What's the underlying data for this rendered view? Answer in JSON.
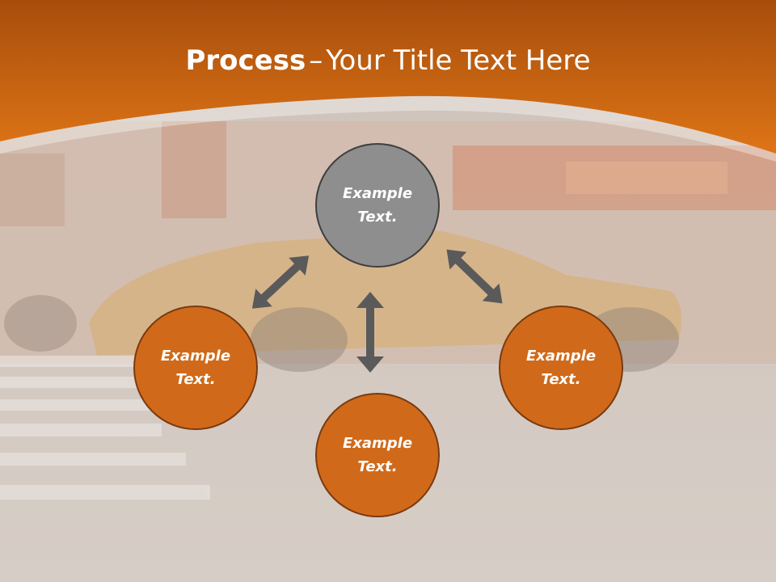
{
  "slide": {
    "title_bold": "Process",
    "title_dash": "–",
    "title_rest": "Your Title Text Here"
  },
  "diagram": {
    "center_node": {
      "line1": "Example",
      "line2": "Text."
    },
    "left_node": {
      "line1": "Example",
      "line2": "Text."
    },
    "bottom_node": {
      "line1": "Example",
      "line2": "Text."
    },
    "right_node": {
      "line1": "Example",
      "line2": "Text."
    }
  },
  "colors": {
    "header_orange": "#d97216",
    "center_fill": "#8e8e8e",
    "node_fill": "#d06a1a",
    "arrow": "#5a5a5a"
  }
}
